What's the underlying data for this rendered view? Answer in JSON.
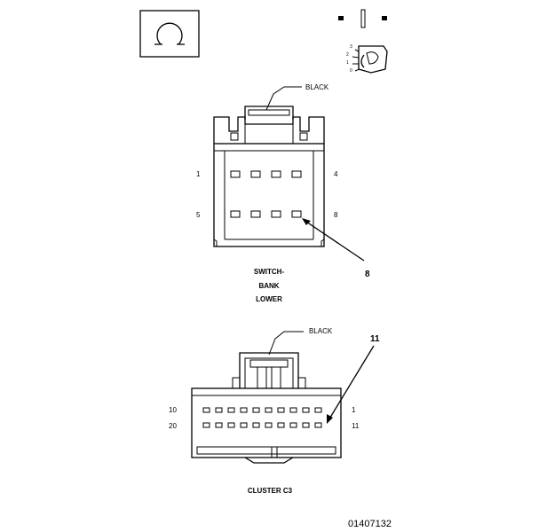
{
  "legend": {
    "omega_icon": "omega-terminal-icon",
    "terminal_icon": "terminal-key-icon",
    "terminal_marks": [
      "3",
      "2",
      "1",
      "0"
    ]
  },
  "switch_bank": {
    "color_label": "BLACK",
    "pin_left_top": "1",
    "pin_right_top": "4",
    "pin_left_bottom": "5",
    "pin_right_bottom": "8",
    "callout": "8",
    "caption_line1": "SWITCH-",
    "caption_line2": "BANK",
    "caption_line3": "LOWER"
  },
  "cluster": {
    "color_label": "BLACK",
    "pin_left_top": "10",
    "pin_right_top": "1",
    "pin_left_bottom": "20",
    "pin_right_bottom": "11",
    "callout": "11",
    "caption": "CLUSTER C3"
  },
  "figure_id": "01407132"
}
